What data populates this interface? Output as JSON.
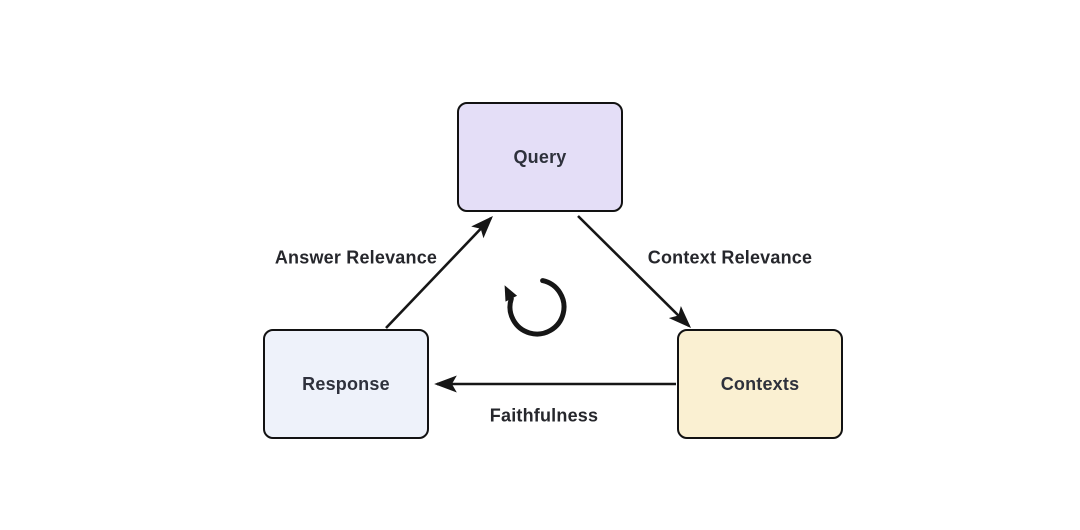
{
  "diagram": {
    "type": "flow-triangle",
    "colors": {
      "background": "#ffffff",
      "node-border": "#121212",
      "arrow": "#161616",
      "node-text": "#2e313c",
      "label-text": "#26272c"
    },
    "nodes": [
      {
        "id": "query",
        "label": "Query",
        "fill": "#e4def7"
      },
      {
        "id": "response",
        "label": "Response",
        "fill": "#eef2fa"
      },
      {
        "id": "contexts",
        "label": "Contexts",
        "fill": "#faf0d2"
      }
    ],
    "edges": [
      {
        "id": "answer-relevance",
        "label": "Answer Relevance",
        "from": "Response",
        "to": "Query"
      },
      {
        "id": "context-relevance",
        "label": "Context Relevance",
        "from": "Query",
        "to": "Contexts"
      },
      {
        "id": "faithfulness",
        "label": "Faithfulness",
        "from": "Contexts",
        "to": "Response"
      }
    ],
    "center_icon": "cycle-arrow-icon"
  }
}
